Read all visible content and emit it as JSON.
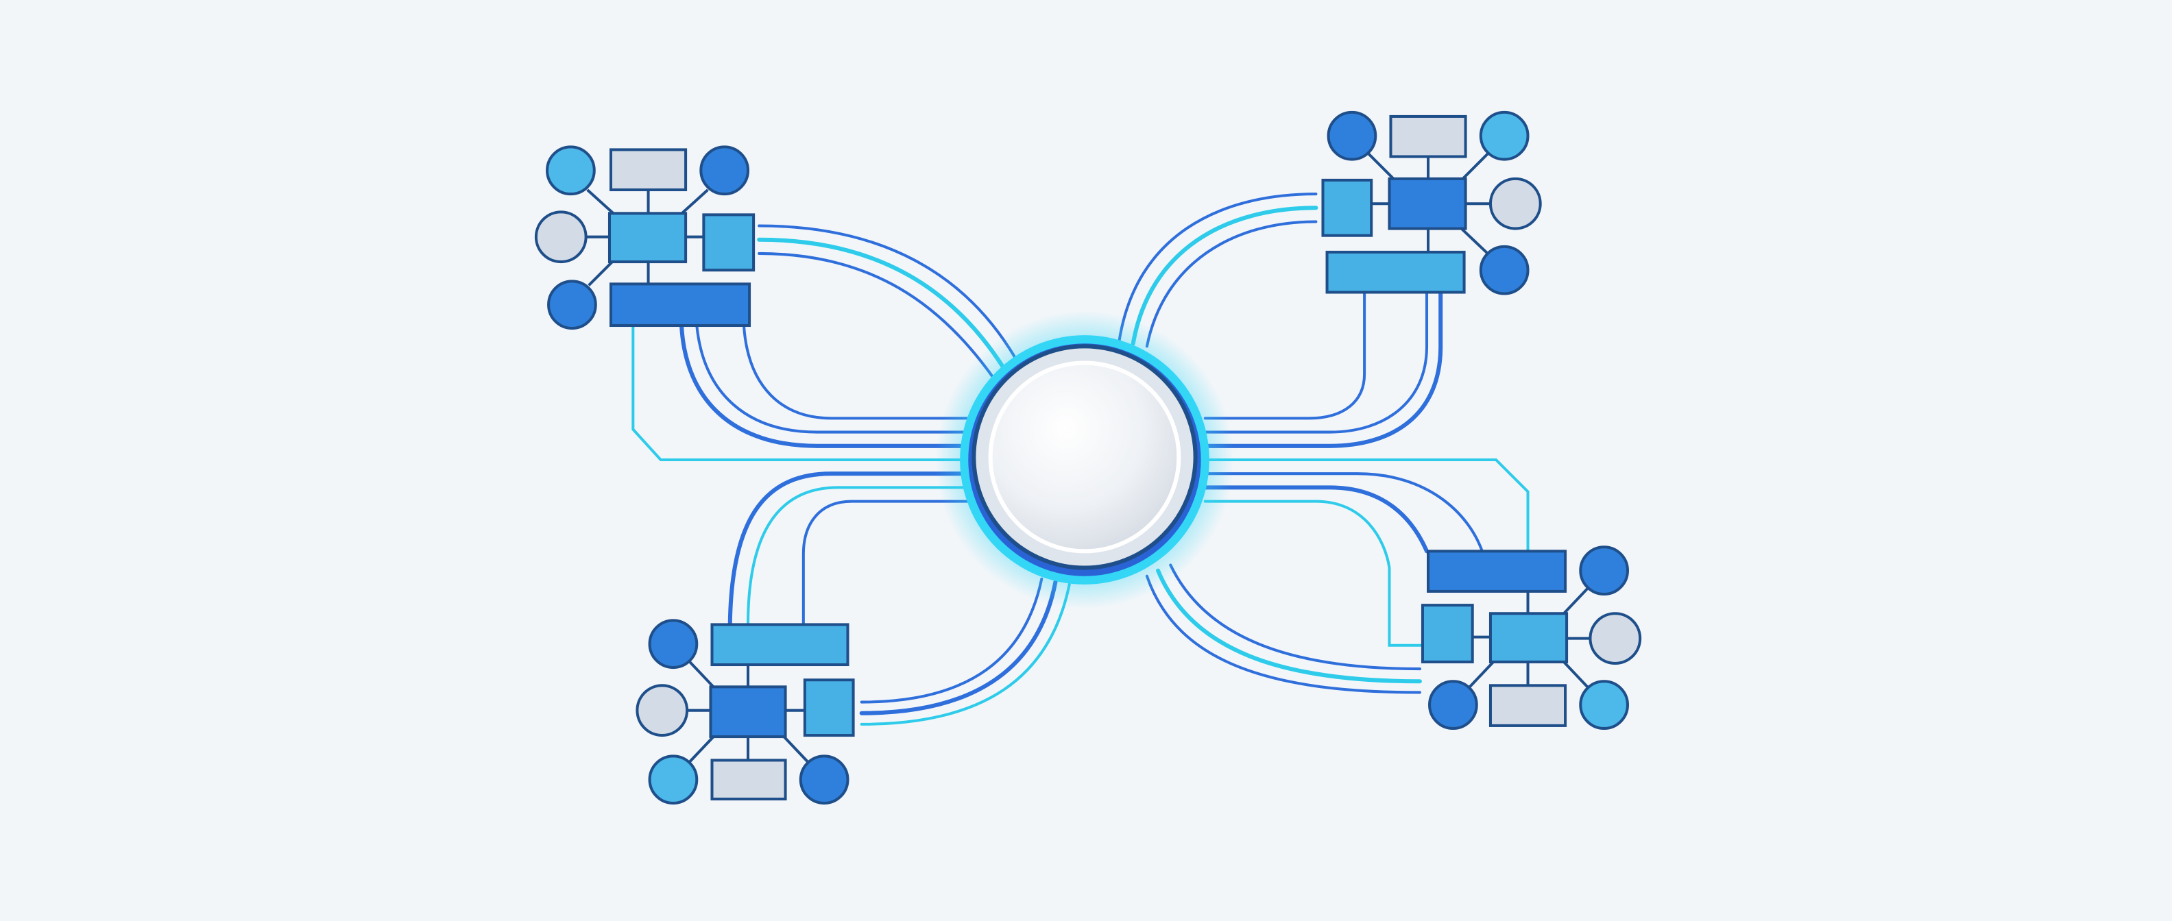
{
  "diagram": {
    "description_text": "",
    "hub": {
      "type": "circle",
      "colors": {
        "glow": "#33d6f5",
        "ring": "#2a63d6",
        "inner": "#e9edf2"
      }
    },
    "clusters": [
      {
        "position": "top-left",
        "nodes": 8
      },
      {
        "position": "top-right",
        "nodes": 8
      },
      {
        "position": "bottom-left",
        "nodes": 8
      },
      {
        "position": "bottom-right",
        "nodes": 8
      }
    ],
    "colors": {
      "background": "#f3f6f9",
      "dark_blue": "#2f80dc",
      "mid_blue": "#47b1e6",
      "light_blue": "#4db8ea",
      "grey": "#d3dce6",
      "outline": "#1f4f8a",
      "line_blue": "#2f6fdc",
      "line_cyan": "#2ecbea"
    }
  }
}
